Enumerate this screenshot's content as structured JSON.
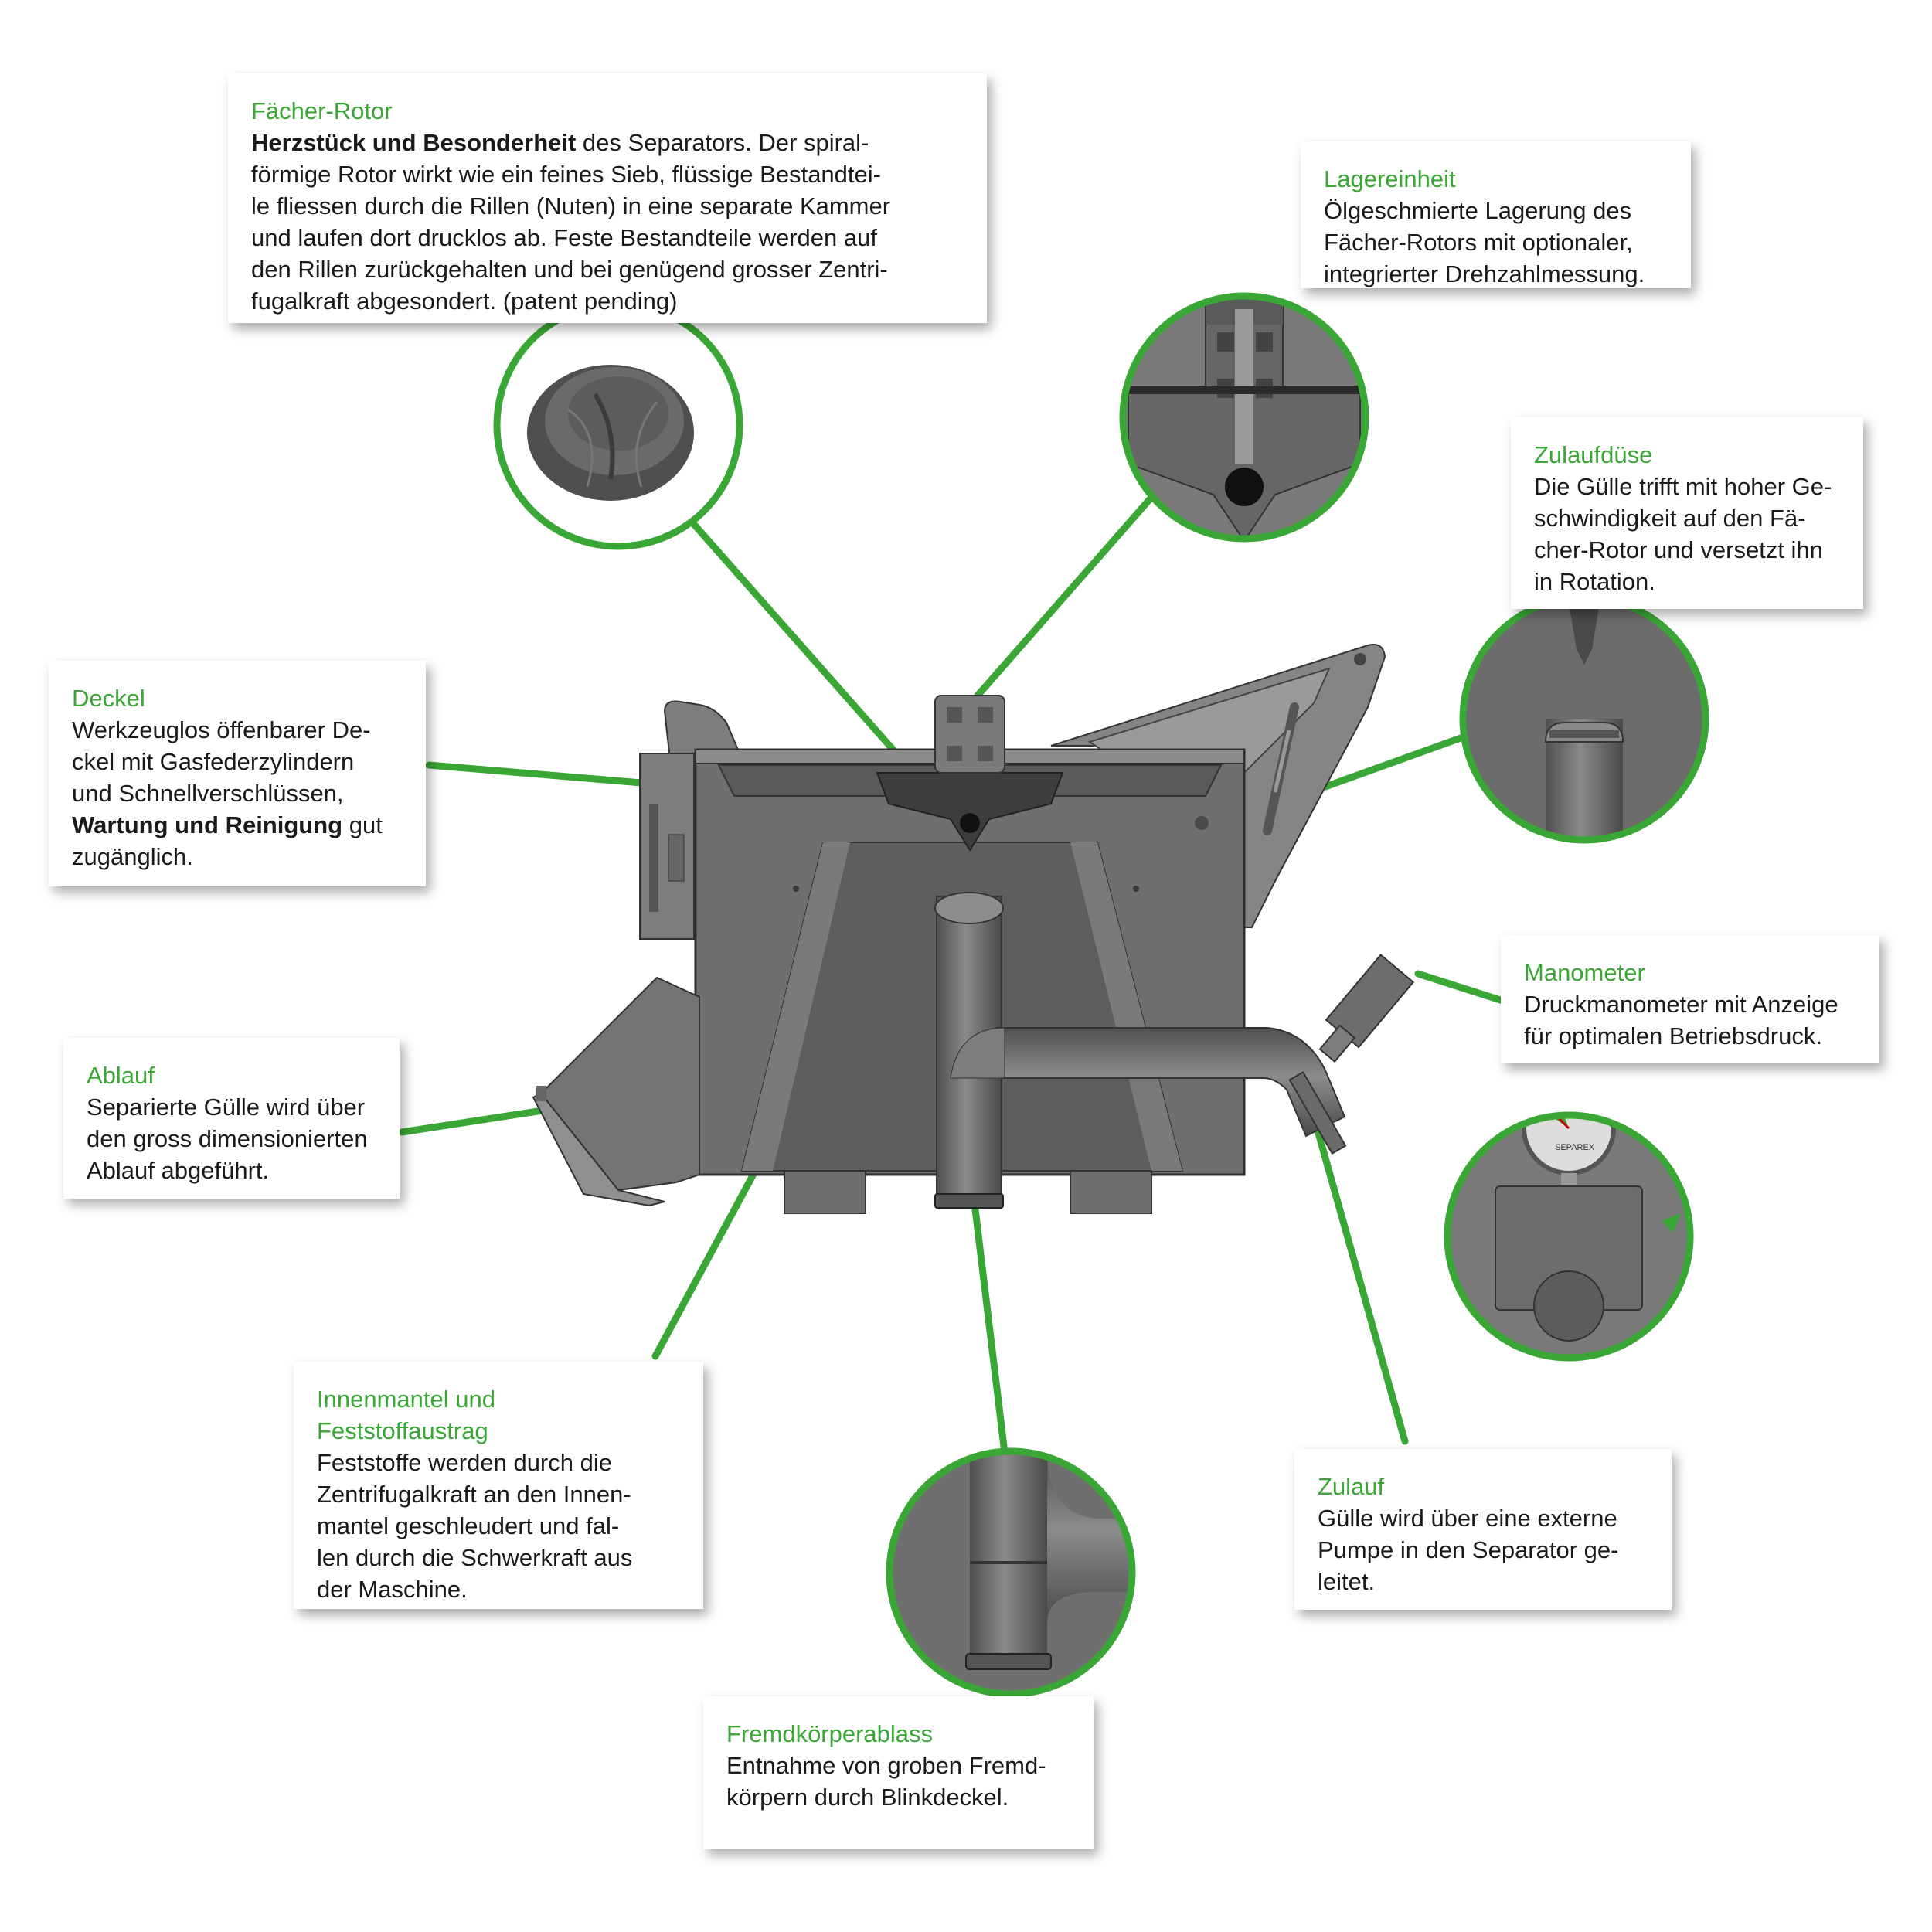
{
  "colors": {
    "accent": "#3aa635",
    "text": "#1a1a1a",
    "machine": "#6b6b6b",
    "machine_dark": "#4a4a4a"
  },
  "callouts": {
    "faecher_rotor": {
      "title": "Fächer-Rotor",
      "body_bold": "Herzstück und Besonderheit",
      "body_rest": " des Separators. Der spiral-\nförmige Rotor wirkt wie ein feines Sieb, flüssige Bestandtei-\nle fliessen durch die Rillen (Nuten) in eine separate Kammer\nund laufen dort drucklos ab. Feste Bestandteile werden auf\nden Rillen zurückgehalten und bei genügend grosser Zentri-\nfugalkraft abgesondert. (patent pending)"
    },
    "lagereinheit": {
      "title": "Lagereinheit",
      "body": "Ölgeschmierte Lagerung des\nFächer-Rotors mit optionaler,\nintegrierter Drehzahlmessung."
    },
    "zulaufduese": {
      "title": "Zulaufdüse",
      "body": "Die Gülle trifft mit hoher Ge-\nschwindigkeit auf den Fä-\ncher-Rotor und versetzt ihn\nin Rotation."
    },
    "deckel": {
      "title": "Deckel",
      "body_pre": "Werkzeuglos öffenbarer De-\nckel mit Gasfederzylindern\nund Schnellverschlüssen,\n",
      "body_bold": "Wartung und Reinigung",
      "body_post": " gut\nzugänglich."
    },
    "manometer": {
      "title": "Manometer",
      "body": "Druckmanometer mit Anzeige\nfür optimalen Betriebsdruck."
    },
    "ablauf": {
      "title": "Ablauf",
      "body": "Separierte Gülle wird über\nden gross dimensionierten\nAblauf abgeführt."
    },
    "innenmantel": {
      "title": "Innenmantel und\nFeststoffaustrag",
      "body": "Feststoffe werden durch die\nZentrifugalkraft an den Innen-\nmantel geschleudert und fal-\nlen durch die Schwerkraft aus\nder Maschine."
    },
    "zulauf": {
      "title": "Zulauf",
      "body": "Gülle wird über eine externe\nPumpe in den Separator ge-\nleitet."
    },
    "fremdkoerper": {
      "title": "Fremdkörperablass",
      "body": "Entnahme von groben Fremd-\nkörpern durch Blinkdeckel."
    }
  },
  "manometer_logo": "SEPAREX"
}
